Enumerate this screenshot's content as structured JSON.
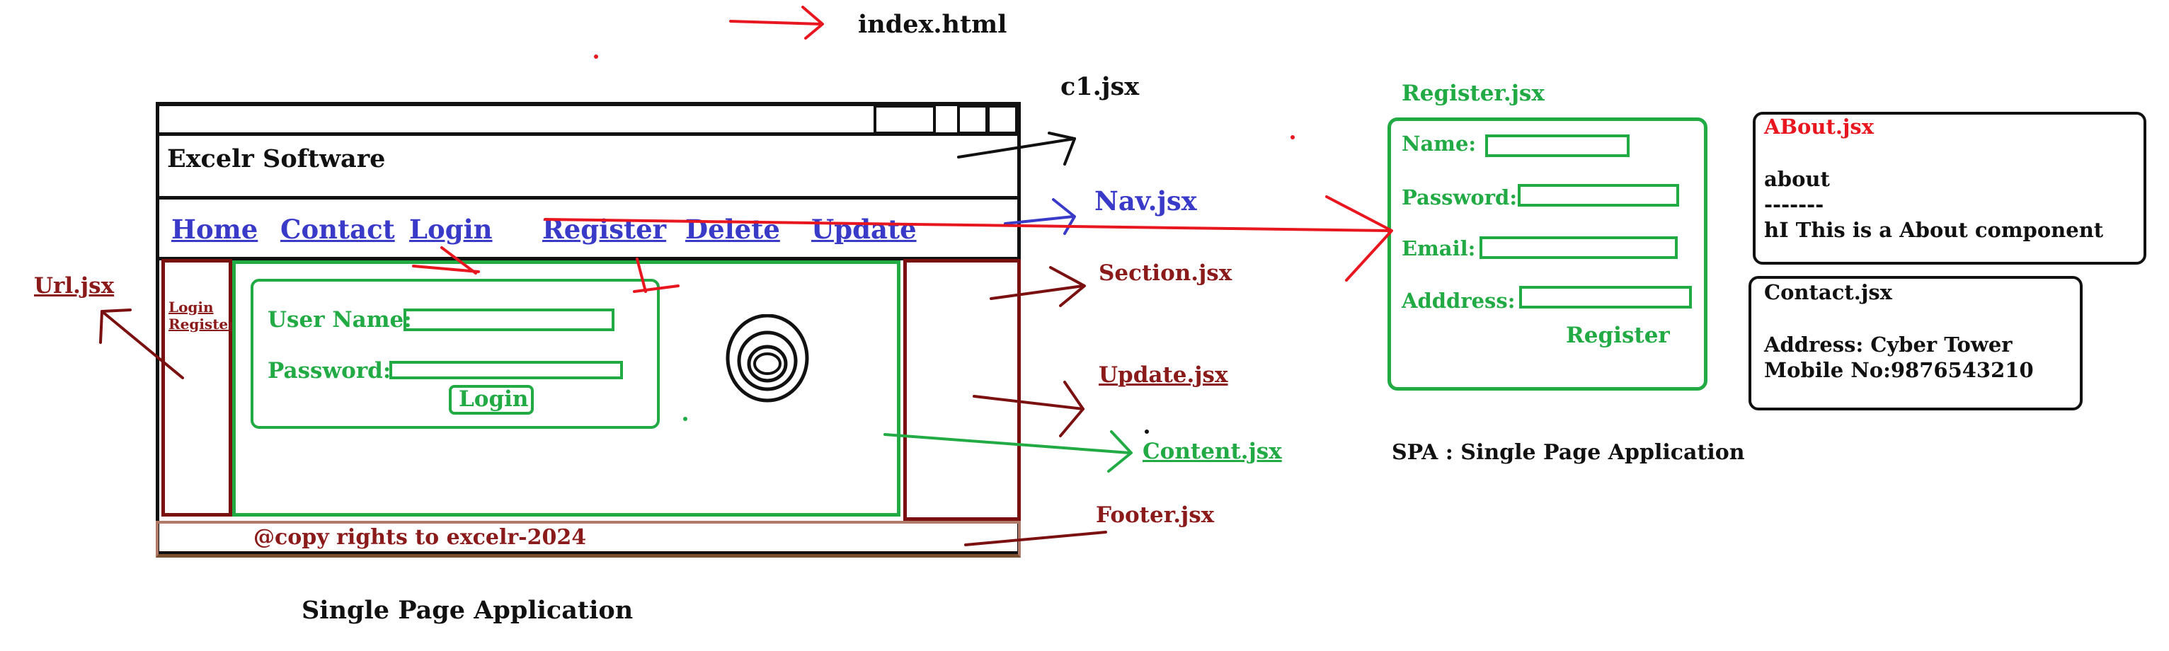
{
  "labels": {
    "index_html": "index.html",
    "c1_jsx": "c1.jsx",
    "nav_jsx": "Nav.jsx",
    "section_jsx": "Section.jsx",
    "update_jsx": "Update.jsx",
    "content_jsx": "Content.jsx",
    "footer_jsx": "Footer.jsx",
    "url_jsx": "Url.jsx",
    "register_jsx": "Register.jsx",
    "spa_caption": "SPA : Single Page Application",
    "main_caption": "Single Page Application"
  },
  "browser": {
    "header_title": "Excelr Software",
    "nav_links": [
      "Home",
      "Contact",
      "Login",
      "Register",
      "Delete",
      "Update"
    ],
    "sidebar_links": [
      "Login",
      "Register"
    ],
    "login_form": {
      "username_label": "User Name:",
      "password_label": "Password:",
      "login_button": "Login"
    },
    "footer_text": "@copy rights to excelr-2024"
  },
  "register_form": {
    "name_label": "Name:",
    "password_label": "Password:",
    "email_label": "Email:",
    "address_label": "Adddress:",
    "register_button": "Register"
  },
  "about_box": {
    "title": "ABout.jsx",
    "line1": "about",
    "line2": "-------",
    "line3": "hI This is a About component"
  },
  "contact_box": {
    "title": "Contact.jsx",
    "address": "Address: Cyber Tower",
    "mobile": "Mobile No:9876543210"
  },
  "colors": {
    "green": "#22aa44",
    "dark_red": "#8b1a1a",
    "blue": "#3a3ac8",
    "red": "#e8161e",
    "black": "#111111"
  }
}
